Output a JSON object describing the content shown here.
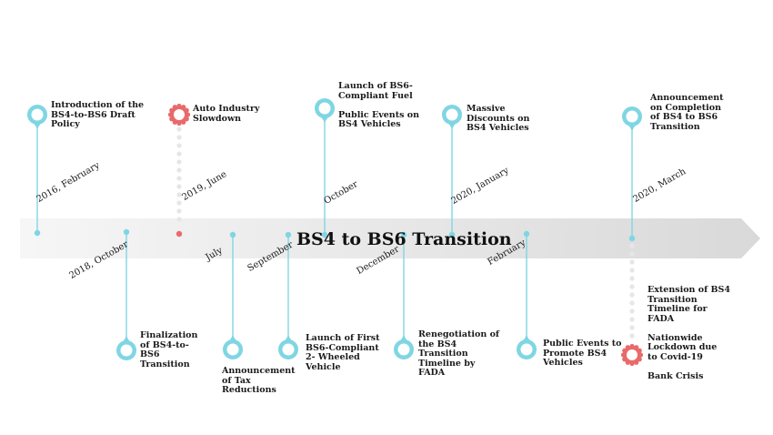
{
  "title": "BS4 to BS6 Transition",
  "colors": {
    "teal": "#7fd6e3",
    "red": "#e86a6a",
    "arrow": "#e0e0e0"
  },
  "events": [
    {
      "id": "intro-draft",
      "label": "Introduction of the\nBS4-to-BS6 Draft\nPolicy",
      "date": "2016, February",
      "icon": "location-pin-icon",
      "color": "teal"
    },
    {
      "id": "finalization",
      "label": "Finalization\nof BS4-to-\nBS6\nTransition",
      "date": "2018, October",
      "icon": "location-pin-icon",
      "color": "teal"
    },
    {
      "id": "auto-slowdown",
      "label": "Auto Industry\nSlowdown",
      "date": "2019, June",
      "icon": "gear-icon",
      "color": "red"
    },
    {
      "id": "tax-reductions",
      "label": "Announcement\nof Tax\nReductions",
      "date": "July",
      "icon": "location-pin-icon",
      "color": "teal"
    },
    {
      "id": "first-bs6-2w",
      "label": "Launch of First\nBS6-Compliant\n2- Wheeled\nVehicle",
      "date": "September",
      "icon": "location-pin-icon",
      "color": "teal"
    },
    {
      "id": "bs6-fuel",
      "label": "Launch of BS6-\nCompliant Fuel\n\nPublic Events on\nBS4 Vehicles",
      "date": "October",
      "icon": "location-pin-icon",
      "color": "teal"
    },
    {
      "id": "renegotiation",
      "label": "Renegotiation of\nthe BS4\nTransition\nTimeline by\nFADA",
      "date": "December",
      "icon": "location-pin-icon",
      "color": "teal"
    },
    {
      "id": "massive-discounts",
      "label": "Massive\nDiscounts on\nBS4 Vehicles",
      "date": "2020, January",
      "icon": "location-pin-icon",
      "color": "teal"
    },
    {
      "id": "promote-bs4",
      "label": "Public Events to\nPromote BS4\nVehicles",
      "date": "February",
      "icon": "location-pin-icon",
      "color": "teal"
    },
    {
      "id": "completion",
      "label": "Announcement\non Completion\nof BS4 to BS6\nTransition",
      "date": "2020, March",
      "icon": "location-pin-icon",
      "color": "teal"
    },
    {
      "id": "extension-lockdown",
      "label": "Extension of BS4\nTransition\nTimeline for\nFADA\n\nNationwide\nLockdown due\nto Covid-19\n\nBank Crisis",
      "date": "",
      "icon": "gear-icon",
      "color": "red"
    }
  ]
}
